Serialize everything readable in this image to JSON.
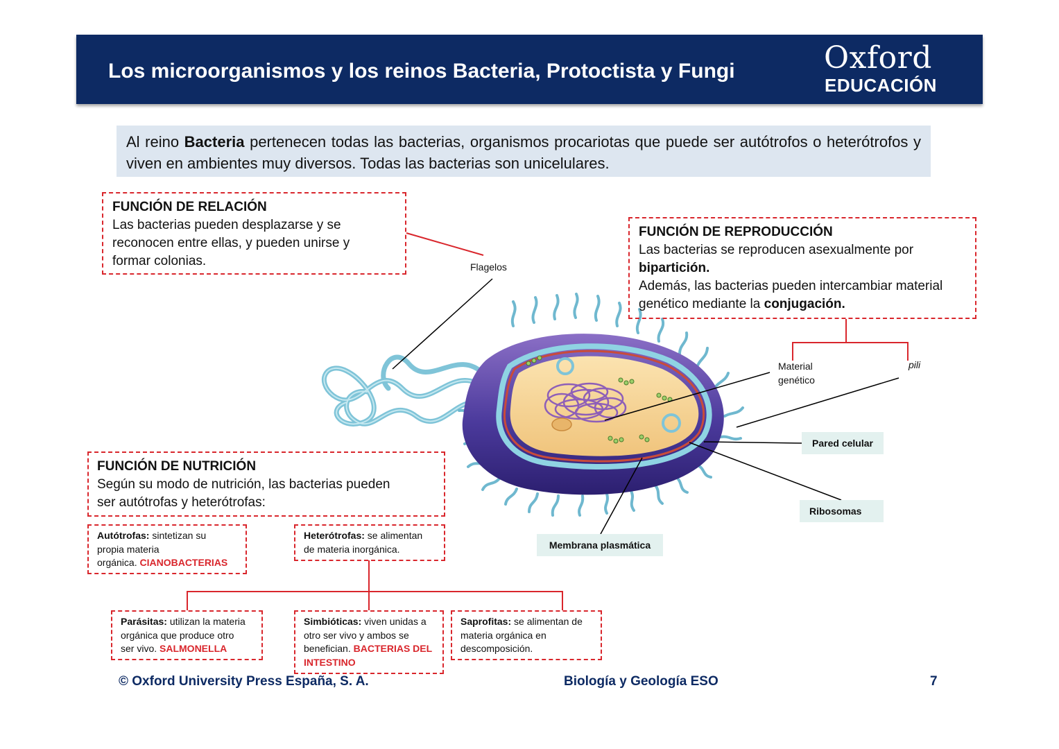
{
  "header": {
    "title": "Los microorganismos y los reinos Bacteria, Protoctista y Fungi",
    "logo_word": "Oxford",
    "logo_sub": "EDUCACIÓN"
  },
  "intro": {
    "part1": "Al reino ",
    "bold": "Bacteria",
    "part2": " pertenecen todas las bacterias, organismos procariotas que puede ser autótrofos o heterótrofos y viven en ambientes muy diversos. Todas las bacterias son unicelulares."
  },
  "relacion": {
    "title": "FUNCIÓN DE RELACIÓN",
    "line1": "Las bacterias pueden desplazarse  y se",
    "line2": "reconocen entre ellas, y pueden unirse y",
    "line3": "formar colonias."
  },
  "reproduccion": {
    "title": "FUNCIÓN DE REPRODUCCIÓN",
    "line1": "Las bacterias se reproducen asexualmente por",
    "line2_bold": "bipartición.",
    "line3": "Además, las bacterias pueden intercambiar material",
    "line4": "genético mediante la ",
    "line4_bold": "conjugación."
  },
  "nutricion": {
    "title": "FUNCIÓN DE NUTRICIÓN",
    "line1": "Según su modo de nutrición, las bacterias pueden",
    "line2": "ser autótrofas y heterótrofas:"
  },
  "autotrofas": {
    "bold": "Autótrofas:",
    "text1": " sintetizan su",
    "text2": "propia materia",
    "text3": "orgánica. ",
    "red": "CIANOBACTERIAS"
  },
  "heterotrofas": {
    "bold": "Heterótrofas:",
    "text1": " se alimentan",
    "text2": "de materia inorgánica."
  },
  "parasitas": {
    "bold": "Parásitas:",
    "text1": " utilizan la materia",
    "text2": "orgánica que produce otro",
    "text3": "ser vivo. ",
    "red": "SALMONELLA"
  },
  "simbioticas": {
    "bold": "Simbióticas:",
    "text1": " viven unidas a",
    "text2": "otro ser vivo y ambos se",
    "text3": "benefician. ",
    "red1": "BACTERIAS DEL",
    "red2": "INTESTINO"
  },
  "saprofitas": {
    "bold": "Saprofitas:",
    "text1": " se alimentan de",
    "text2": "materia orgánica en",
    "text3": "descomposición."
  },
  "labels": {
    "flagelos": "Flagelos",
    "material1": "Material",
    "material2": "genético",
    "pili": "pili",
    "pared": "Pared celular",
    "ribosomas": "Ribosomas",
    "membrana": "Membrana plasmática"
  },
  "footer": {
    "left": "© Oxford University Press España, S. A.",
    "center": "Biología y  Geología ESO",
    "page": "7"
  },
  "colors": {
    "header_bg": "#0d2a63",
    "accent_red": "#d9262c",
    "intro_bg": "#dde6f0",
    "label_bg": "#e3f1ef"
  }
}
